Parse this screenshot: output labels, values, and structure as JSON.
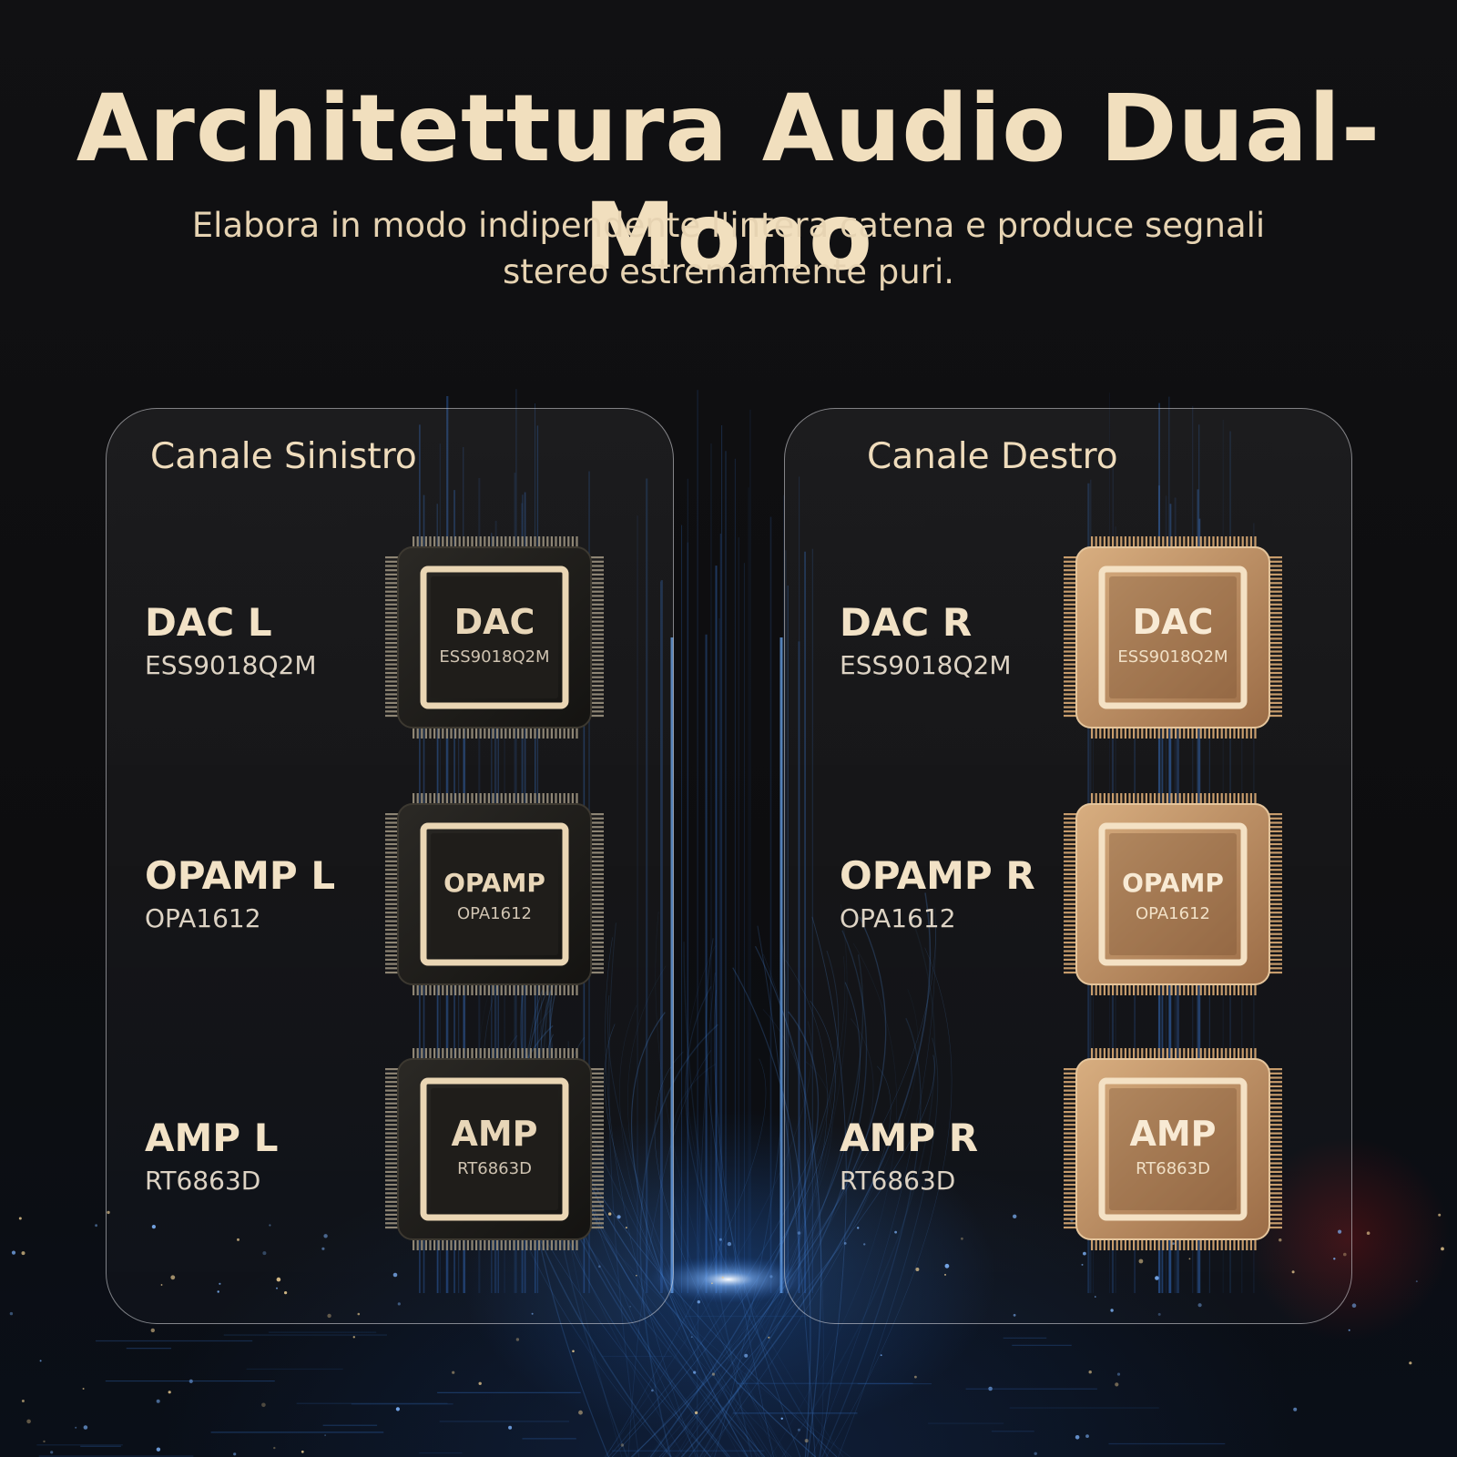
{
  "header": {
    "title": "Architettura Audio Dual-Mono",
    "subtitle": "Elabora in modo indipendente l'intera catena e produce segnali stereo estremamente puri."
  },
  "left_channel": {
    "title": "Canale Sinistro",
    "components": [
      {
        "name": "DAC L",
        "part": "ESS9018Q2M",
        "chip_label": "DAC",
        "chip_part": "ESS9018Q2M"
      },
      {
        "name": "OPAMP L",
        "part": "OPA1612",
        "chip_label": "OPAMP",
        "chip_part": "OPA1612"
      },
      {
        "name": "AMP L",
        "part": "RT6863D",
        "chip_label": "AMP",
        "chip_part": "RT6863D"
      }
    ]
  },
  "right_channel": {
    "title": "Canale Destro",
    "components": [
      {
        "name": "DAC R",
        "part": "ESS9018Q2M",
        "chip_label": "DAC",
        "chip_part": "ESS9018Q2M"
      },
      {
        "name": "OPAMP R",
        "part": "OPA1612",
        "chip_label": "OPAMP",
        "chip_part": "OPA1612"
      },
      {
        "name": "AMP R",
        "part": "RT6863D",
        "chip_label": "AMP",
        "chip_part": "RT6863D"
      }
    ]
  },
  "colors": {
    "heading": "#f1dfbe",
    "dark_chip": "#1c1a17",
    "gold_chip": "#b9885c",
    "glow": "#3d8cff"
  }
}
